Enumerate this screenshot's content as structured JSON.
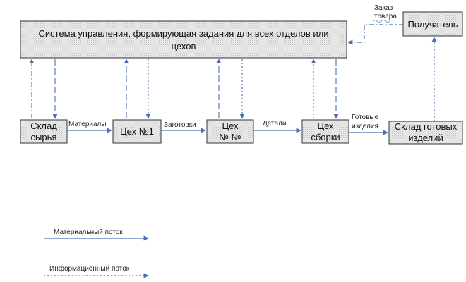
{
  "system": {
    "line1": "Система управления, формирующая задания для всех отделов или",
    "line2": "цехов"
  },
  "receiver": {
    "label": "Получатель"
  },
  "order": {
    "line1": "Заказ",
    "line2": "товара"
  },
  "nodes": {
    "raw_warehouse": {
      "line1": "Склад",
      "line2": "сырья"
    },
    "shop1": {
      "line1": "Цех №1"
    },
    "shopN": {
      "line1": "Цех",
      "line2": "№ №"
    },
    "assembly": {
      "line1": "Цех",
      "line2": "сборки"
    },
    "finished_warehouse": {
      "line1": "Склад готовых",
      "line2": "изделий"
    }
  },
  "flows": {
    "materials": "Материалы",
    "blanks": "Заготовки",
    "parts": "Детали",
    "finished_line1": "Готовые",
    "finished_line2": "изделия"
  },
  "legend": {
    "material_flow": "Материальный поток",
    "info_flow": "Информационный поток"
  },
  "colors": {
    "arrow": "#4a6fb0",
    "box_fill": "#e6e6e6",
    "box_stroke": "#333333",
    "wavy": "#7a9fd0"
  }
}
